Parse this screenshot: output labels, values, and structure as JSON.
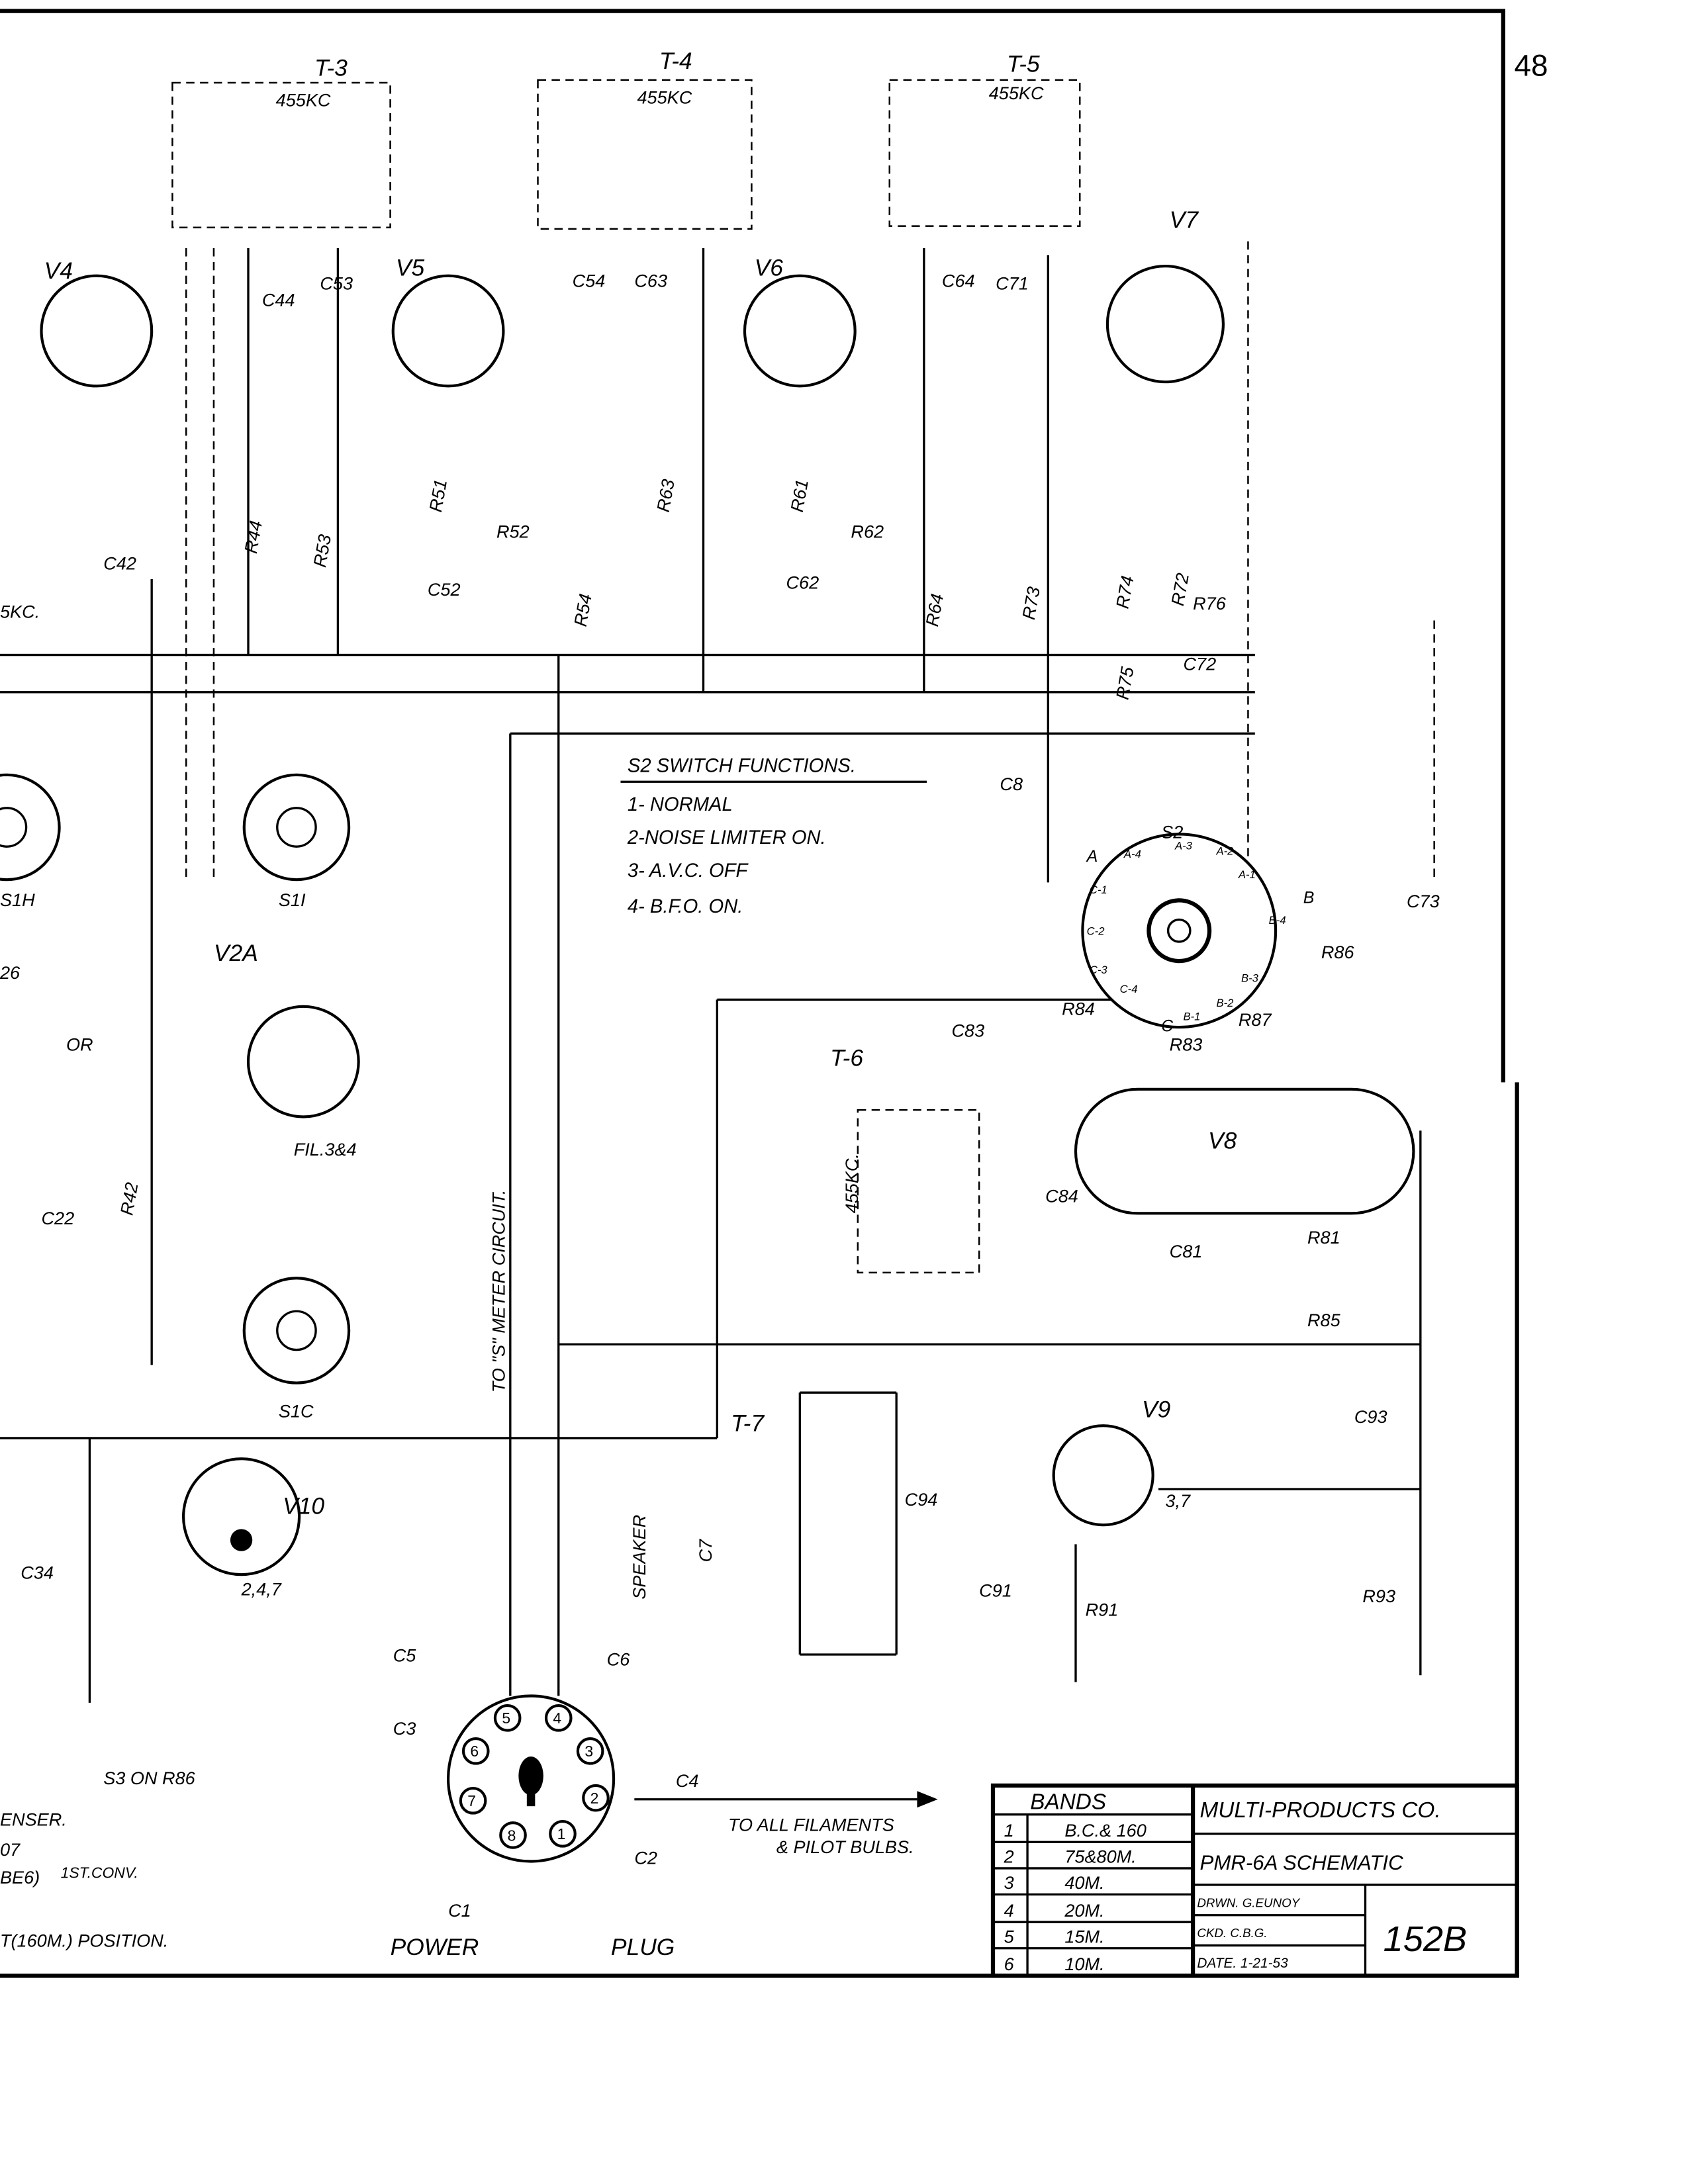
{
  "page_number": "48",
  "transformers": [
    "T-3",
    "T-4",
    "T-5",
    "T-6",
    "T-7"
  ],
  "if_labels": [
    "455KC",
    "455KC",
    "455KC",
    "455KC."
  ],
  "tubes": [
    "V4",
    "V5",
    "V6",
    "V7",
    "V8",
    "V9",
    "V10",
    "V2A"
  ],
  "capacitors": [
    "C44",
    "C53",
    "C54",
    "C63",
    "C64",
    "C71",
    "C42",
    "C52",
    "C62",
    "C8",
    "C72",
    "C73",
    "C83",
    "C84",
    "C81",
    "C93",
    "C94",
    "C91",
    "C7",
    "C34",
    "C22",
    "C5",
    "C3",
    "C6",
    "C4",
    "C1",
    "C2"
  ],
  "resistors": [
    "R44",
    "R53",
    "R51",
    "R52",
    "R54",
    "R63",
    "R61",
    "R62",
    "R64",
    "R73",
    "R74",
    "R72",
    "R76",
    "R75",
    "R86",
    "R87",
    "R84",
    "R83",
    "R81",
    "R85",
    "R93",
    "R91",
    "R42"
  ],
  "switches": [
    "S1H",
    "S1I",
    "S1C",
    "S2"
  ],
  "misc_labels": [
    "SPEAKER",
    "OR",
    "FIL.3&4",
    "5KC.",
    "26",
    "2,4,7",
    "3,7"
  ],
  "s_meter_note": "TO \"S\" METER CIRCUIT.",
  "switch_functions": {
    "title": "S2 SWITCH FUNCTIONS.",
    "items": [
      "1- NORMAL",
      "2-NOISE LIMITER ON.",
      "3- A.V.C. OFF",
      "4- B.F.O. ON."
    ]
  },
  "s2_contacts": [
    "A",
    "A-4",
    "A-3",
    "A-2",
    "A-1",
    "B",
    "B-4",
    "B-3",
    "B-2",
    "B-1",
    "C",
    "C-4",
    "C-3",
    "C-2",
    "C-1"
  ],
  "power_plug": {
    "label_left": "POWER",
    "label_right": "PLUG",
    "pins": [
      "1",
      "2",
      "3",
      "4",
      "5",
      "6",
      "7",
      "8"
    ],
    "filaments_line1": "TO ALL FILAMENTS",
    "filaments_line2": "& PILOT BULBS."
  },
  "left_notes": {
    "s3": "S3 ON R86",
    "condenser": "ENSER.",
    "tube_a": "07",
    "tube_b": "BE6)",
    "conv": "1ST.CONV.",
    "position": "T(160M.) POSITION."
  },
  "bands_table": {
    "title": "BANDS",
    "rows": [
      {
        "num": "1",
        "band": "B.C.& 160"
      },
      {
        "num": "2",
        "band": "75&80M."
      },
      {
        "num": "3",
        "band": "40M."
      },
      {
        "num": "4",
        "band": "20M."
      },
      {
        "num": "5",
        "band": "15M."
      },
      {
        "num": "6",
        "band": "10M."
      }
    ]
  },
  "title_block": {
    "company": "MULTI-PRODUCTS CO.",
    "title": "PMR-6A SCHEMATIC",
    "drawn": "DRWN. G.EUNOY",
    "checked": "CKD. C.B.G.",
    "date": "DATE. 1-21-53",
    "drawing_number": "152B"
  }
}
